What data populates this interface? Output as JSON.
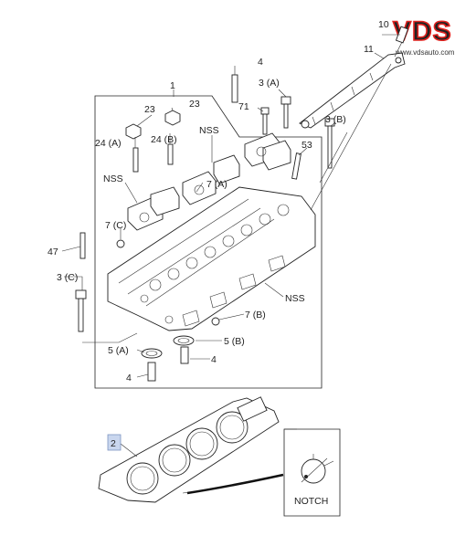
{
  "logo": {
    "text": "VDS",
    "url": "www.vdsauto.com",
    "colors": {
      "v": "#ffffff",
      "d": "#e1231f",
      "s": "#111111",
      "stroke": "#e1231f"
    }
  },
  "callouts": {
    "c1": "1",
    "c10": "10",
    "c11": "11",
    "c4a": "4",
    "c3a": "3 (A)",
    "c23a": "23",
    "c23b": "23",
    "c71": "71",
    "c3b": "3 (B)",
    "c24a": "24 (A)",
    "c24b": "24 (B)",
    "c53": "53",
    "nss1": "NSS",
    "nss2": "NSS",
    "c7a": "7 (A)",
    "c7c": "7 (C)",
    "c47": "47",
    "c3c": "3 (C)",
    "nss3": "NSS",
    "c7b": "7 (B)",
    "c5a": "5 (A)",
    "c5b": "5 (B)",
    "c4b": "4",
    "c4c": "4",
    "c2": "2"
  },
  "inset": {
    "notch_label": "NOTCH"
  },
  "colors": {
    "line": "#222222",
    "highlight": "#c9d6ee"
  }
}
